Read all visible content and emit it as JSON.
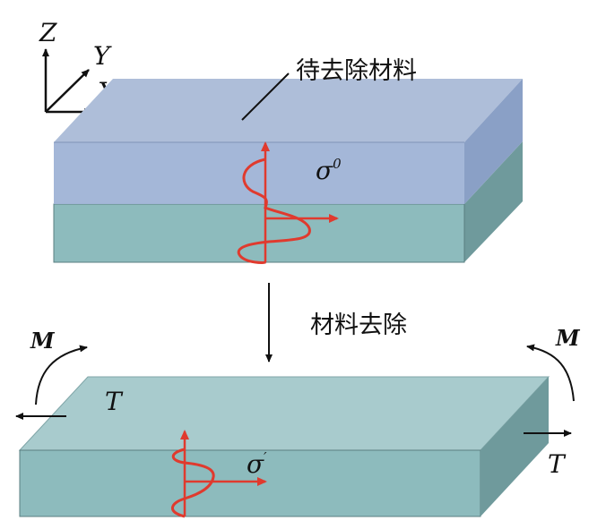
{
  "axes": {
    "z": "Z",
    "y": "Y",
    "x": "X"
  },
  "labels": {
    "removal_material": "待去除材料",
    "material_removal": "材料去除",
    "sigma_initial_base": "σ",
    "sigma_initial_sup": "0",
    "sigma_after_base": "σ",
    "sigma_after_sup": "′",
    "moment_left": "M",
    "moment_right": "M",
    "tension_left": "T",
    "tension_right": "T"
  },
  "colors": {
    "removal_layer": "#a3b5d6",
    "plate_front": "#8dbbbd",
    "plate_top": "#a8cbcd",
    "plate_side": "#6f9a9c",
    "stress_curve": "#e03a2e"
  }
}
